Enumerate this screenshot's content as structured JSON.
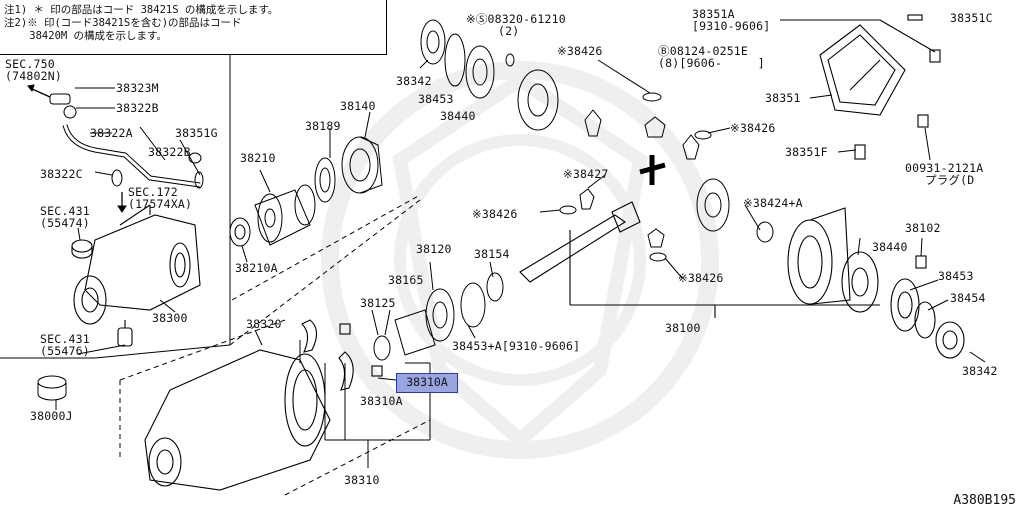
{
  "notes": {
    "line1": "注1) ＊ 印の部品はコード 38421S の構成を示します。",
    "line2": "注2)※ 印(コード38421Sを含む)の部品はコード",
    "line3": "    38420M の構成を示します。"
  },
  "labels": {
    "sec750": "SEC.750",
    "sec750_code": "(74802N)",
    "p38323M": "38323M",
    "p38322B_top": "38322B",
    "p38322A": "38322A",
    "p38351G": "38351G",
    "p38322B": "38322B",
    "p38322C": "38322C",
    "sec172": "SEC.172",
    "sec172_code": "(17574XA)",
    "sec431a": "SEC.431",
    "sec431a_code": "(55474)",
    "p38300": "38300",
    "sec431b": "SEC.431",
    "sec431b_code": "(55476)",
    "p38000J": "38000J",
    "p38210A": "38210A",
    "p38210": "38210",
    "p38189": "38189",
    "p38140": "38140",
    "p38342_top": "38342",
    "p38453_top": "38453",
    "p38440_top": "38440",
    "s08320": "※Ⓢ08320-61210",
    "s08320_qty": "(2)",
    "p38426_a": "※38426",
    "b08124": "Ⓑ08124-0251E",
    "b08124_qty": "(8)[9606-     ]",
    "p38426_b": "※38426",
    "p38427": "※38427",
    "p38426_c": "※38426",
    "p38424": "※38424+A",
    "p38426_d": "※38426",
    "p38351A": "38351A",
    "p38351A_range": "[9310-9606]",
    "p38351C": "38351C",
    "p38351": "38351",
    "p38351F": "38351F",
    "p00931": "00931-2121A",
    "plug": "プラグ(D",
    "p38120": "38120",
    "p38154": "38154",
    "p38165": "38165",
    "p38125": "38125",
    "p38453A": "38453+A[9310-9606]",
    "p38100": "38100",
    "p38102": "38102",
    "p38440_r": "38440",
    "p38453_r": "38453",
    "p38454": "38454",
    "p38342_r": "38342",
    "p38320": "38320",
    "p38310A_hl": "38310A",
    "p38310A": "38310A",
    "p38310": "38310"
  },
  "diagram_id": "A380B195",
  "colors": {
    "highlight_fill": "#9aa6e0",
    "highlight_border": "#2b3aa8",
    "line": "#000000"
  }
}
